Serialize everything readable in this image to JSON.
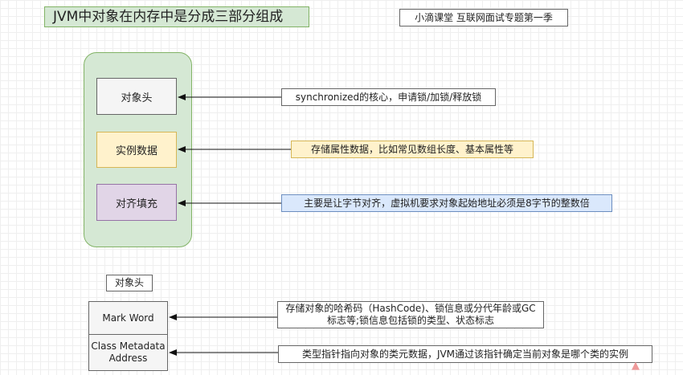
{
  "header": {
    "title": "JVM中对象在内存中是分成三部分组成",
    "subtitle": "小滴课堂  互联网面试专题第一季"
  },
  "object_parts": {
    "header_label": "对象头",
    "instance_label": "实例数据",
    "padding_label": "对齐填充"
  },
  "notes": {
    "header_note": "synchronized的核心，申请锁/加锁/释放锁",
    "instance_note": "存储属性数据，比如常见数组长度、基本属性等",
    "padding_note": "主要是让字节对齐，虚拟机要求对象起始地址必须是8字节的整数倍"
  },
  "object_header_detail": {
    "title": "对象头",
    "mark_word_label": "Mark Word",
    "class_metadata_label": "Class Metadata Address",
    "mark_word_note": "存储对象的哈希码（HashCode)、锁信息或分代年龄或GC标志等;锁信息包括锁的类型、状态标志",
    "class_metadata_note": "类型指针指向对象的类元数据，JVM通过该指针确定当前对象是哪个类的实例"
  },
  "colors": {
    "green_fill": "#d5e8d4",
    "yellow_fill": "#fff2cc",
    "purple_fill": "#e1d5e7",
    "blue_fill": "#dae8fc",
    "grey_fill": "#f5f5f5"
  },
  "icons": {
    "corner_mark": "watermark-mark"
  }
}
